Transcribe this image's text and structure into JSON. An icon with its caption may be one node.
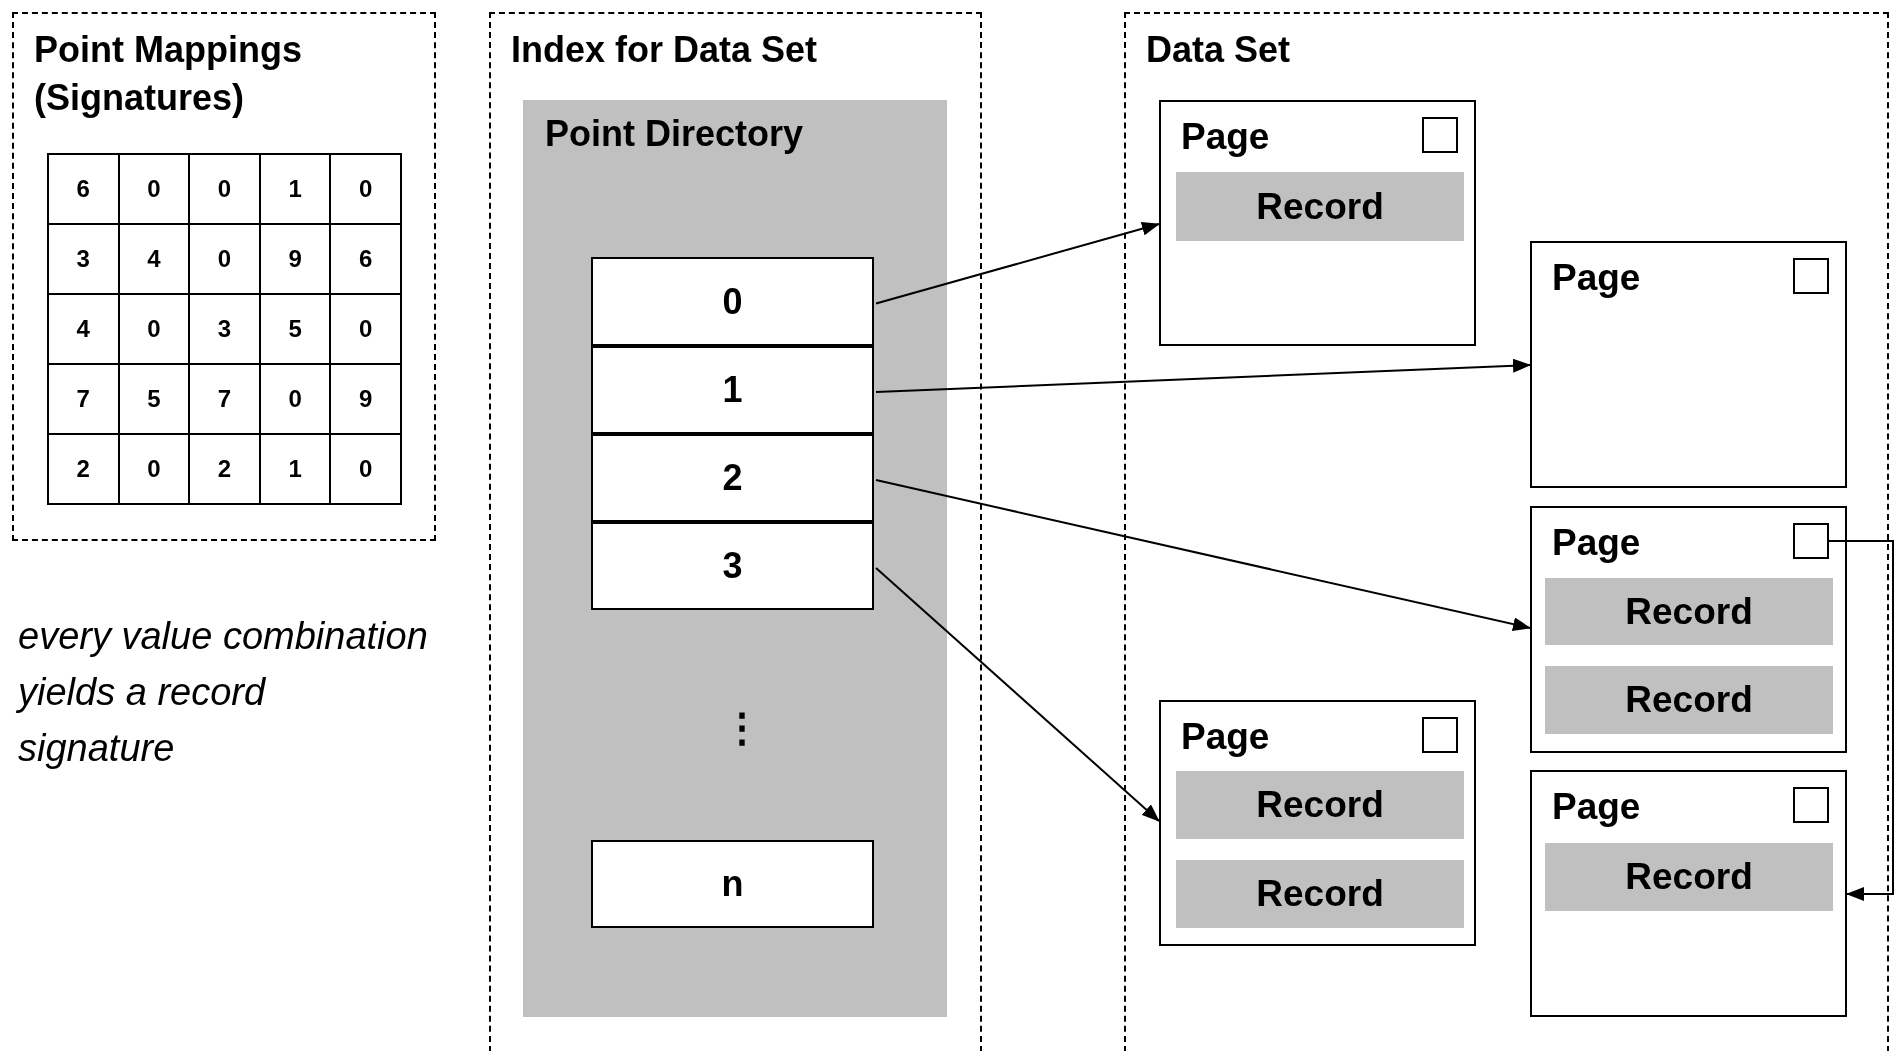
{
  "diagram": {
    "nodes": [
      {
        "text": [
          "Point Mappings (Signatures)"
        ]
      },
      {
        "text": [
          "Index for Data Set"
        ]
      },
      {
        "text": [
          "Point Directory"
        ],
        "in": 1
      },
      {
        "text": [
          "0"
        ],
        "in": 2
      },
      {
        "text": [
          "1"
        ],
        "in": 2
      },
      {
        "text": [
          "2"
        ],
        "in": 2
      },
      {
        "text": [
          "3"
        ],
        "in": 2
      },
      {
        "text": [
          "n"
        ],
        "in": 2
      },
      {
        "text": [
          "Data Set"
        ]
      },
      {
        "text": [
          "Page"
        ],
        "in": 8
      },
      {
        "text": [],
        "shape": "box",
        "in": 9
      },
      {
        "text": [
          "Record"
        ],
        "in": 9
      },
      {
        "text": [
          "Page"
        ],
        "in": 8
      },
      {
        "text": [],
        "shape": "box",
        "in": 12
      },
      {
        "text": [
          "Page"
        ],
        "in": 8
      },
      {
        "text": [],
        "shape": "box",
        "in": 14
      },
      {
        "text": [
          "Record"
        ],
        "in": 14
      },
      {
        "text": [
          "Record"
        ],
        "in": 14
      },
      {
        "text": [
          "Page"
        ],
        "in": 8
      },
      {
        "text": [],
        "shape": "box",
        "in": 18
      },
      {
        "text": [
          "Record"
        ],
        "in": 18
      },
      {
        "text": [
          "Record"
        ],
        "in": 18
      },
      {
        "text": [
          "Page"
        ],
        "in": 8
      },
      {
        "text": [],
        "shape": "box",
        "in": 22
      },
      {
        "text": [
          "Record"
        ],
        "in": 22
      }
    ],
    "edges": [
      {
        "from": 3,
        "to": 9,
        "arrow": "to"
      },
      {
        "from": 4,
        "to": 12,
        "arrow": "to"
      },
      {
        "from": 5,
        "to": 14,
        "arrow": "to"
      },
      {
        "from": 6,
        "to": 18,
        "arrow": "to"
      },
      {
        "from": 15,
        "to": 22,
        "arrow": "to"
      }
    ],
    "labels": [
      "6",
      "0",
      "0",
      "1",
      "0",
      "3",
      "4",
      "0",
      "9",
      "6",
      "4",
      "0",
      "3",
      "5",
      "0",
      "7",
      "5",
      "7",
      "0",
      "9",
      "2",
      "0",
      "2",
      "1",
      "0",
      "⋮",
      "every value combination yields a record signature"
    ]
  }
}
